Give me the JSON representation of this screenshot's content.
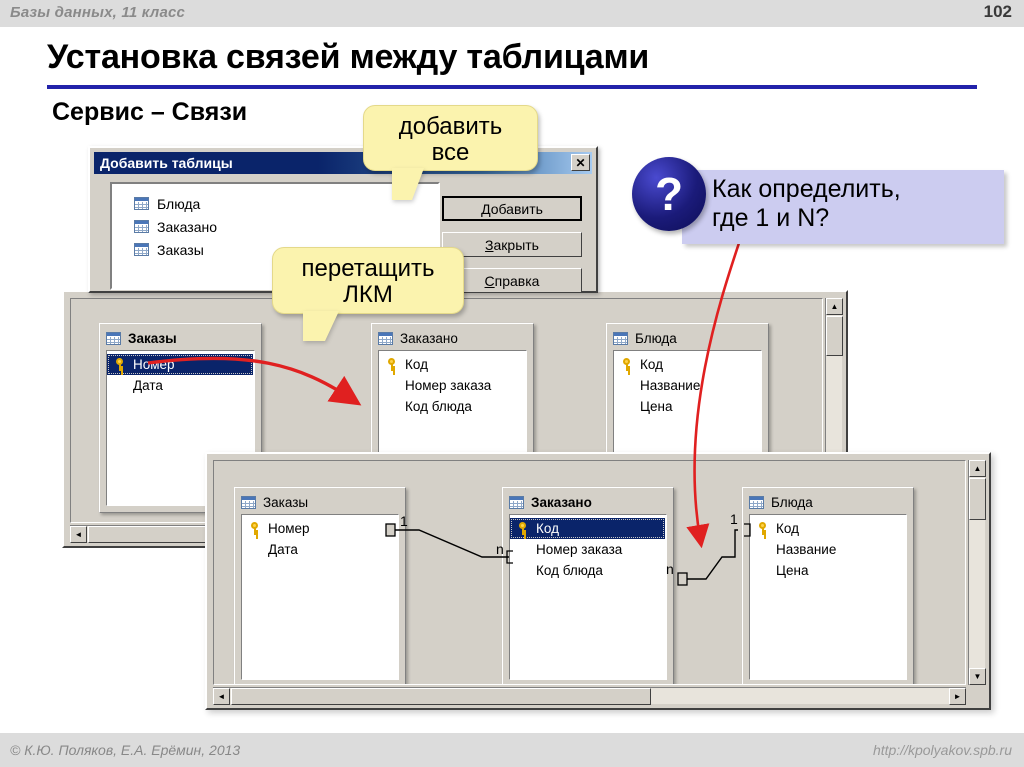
{
  "header": {
    "course_title": "Базы данных, 11 класс",
    "page_number": "102"
  },
  "slide": {
    "title": "Установка связей между таблицами",
    "subtitle": "Сервис – Связи"
  },
  "footer": {
    "copyright": "© К.Ю. Поляков, Е.А. Ерёмин, 2013",
    "url": "http://kpolyakov.spb.ru"
  },
  "dialog": {
    "title": "Добавить таблицы",
    "close_label": "✕",
    "tables": [
      {
        "name": "Блюда"
      },
      {
        "name": "Заказано"
      },
      {
        "name": "Заказы"
      }
    ],
    "buttons": [
      {
        "pre": "",
        "underlined": "Д",
        "post": "обавить"
      },
      {
        "pre": "",
        "underlined": "З",
        "post": "акрыть"
      },
      {
        "pre": "",
        "underlined": "С",
        "post": "правка"
      }
    ]
  },
  "callouts": {
    "add_all": "добавить\nвсе",
    "add_all_line1": "добавить",
    "add_all_line2": "все",
    "drag_line1": "перетащить",
    "drag_line2": "ЛКМ",
    "question_line1": "Как определить,",
    "question_line2": "где 1 и N?",
    "question_badge": "?"
  },
  "relations_top": {
    "tables": [
      {
        "name": "Заказы",
        "bold": false,
        "fields": [
          {
            "label": "Номер",
            "key": true,
            "selected": true
          },
          {
            "label": "Дата",
            "key": false,
            "selected": false
          }
        ]
      },
      {
        "name": "Заказано",
        "bold": false,
        "fields": [
          {
            "label": "Код",
            "key": true,
            "selected": false
          },
          {
            "label": "Номер заказа",
            "key": false,
            "selected": false
          },
          {
            "label": "Код блюда",
            "key": false,
            "selected": false
          }
        ]
      },
      {
        "name": "Блюда",
        "bold": false,
        "fields": [
          {
            "label": "Код",
            "key": true,
            "selected": false
          },
          {
            "label": "Название",
            "key": false,
            "selected": false
          },
          {
            "label": "Цена",
            "key": false,
            "selected": false
          }
        ]
      }
    ]
  },
  "relations_bottom": {
    "tables": [
      {
        "name": "Заказы",
        "bold": false,
        "fields": [
          {
            "label": "Номер",
            "key": true,
            "selected": false
          },
          {
            "label": "Дата",
            "key": false,
            "selected": false
          }
        ]
      },
      {
        "name": "Заказано",
        "bold": true,
        "fields": [
          {
            "label": "Код",
            "key": true,
            "selected": true
          },
          {
            "label": "Номер заказа",
            "key": false,
            "selected": false
          },
          {
            "label": "Код блюда",
            "key": false,
            "selected": false
          }
        ]
      },
      {
        "name": "Блюда",
        "bold": false,
        "fields": [
          {
            "label": "Код",
            "key": true,
            "selected": false
          },
          {
            "label": "Название",
            "key": false,
            "selected": false
          },
          {
            "label": "Цена",
            "key": false,
            "selected": false
          }
        ]
      }
    ],
    "link_labels": {
      "left_one": "1",
      "left_many": "n",
      "right_one": "1",
      "right_many": "n"
    }
  },
  "scrollbars": {
    "up_arrow": "▲",
    "down_arrow": "▼",
    "left_arrow": "◄",
    "right_arrow": "►"
  },
  "colors": {
    "accent_rule": "#2222aa",
    "header_bar": "#dcdcdc",
    "callout_yellow": "#fbf3ae",
    "callout_lavender": "#ccccf0",
    "arrow_red": "#e02020",
    "titlebar_blue": "#0a246a",
    "window_face": "#d4d0c8"
  }
}
